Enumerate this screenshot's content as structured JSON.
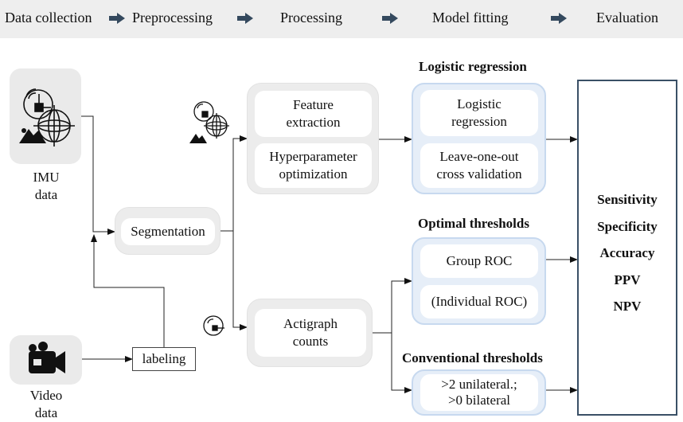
{
  "header": {
    "stages": [
      "Data collection",
      "Preprocessing",
      "Processing",
      "Model fitting",
      "Evaluation"
    ]
  },
  "inputs": {
    "imu_label": "IMU\ndata",
    "video_label": "Video\ndata"
  },
  "nodes": {
    "segmentation": "Segmentation",
    "labeling": "labeling",
    "feature_extraction": "Feature\nextraction",
    "hyperparameter_optimization": "Hyperparameter\noptimization",
    "actigraph_counts": "Actigraph\ncounts"
  },
  "logistic_regression": {
    "title": "Logistic regression",
    "items": [
      "Logistic\nregression",
      "Leave-one-out\ncross validation"
    ]
  },
  "optimal_thresholds": {
    "title": "Optimal thresholds",
    "items": [
      "Group ROC",
      "(Individual ROC)"
    ]
  },
  "conventional_thresholds": {
    "title": "Conventional thresholds",
    "items": [
      ">2 unilateral.;\n>0 bilateral"
    ]
  },
  "evaluation": {
    "metrics": [
      "Sensitivity",
      "Specificity",
      "Accuracy",
      "PPV",
      "NPV"
    ]
  },
  "icons": [
    "imu-sensor-icon",
    "mountain-icon",
    "gyroscope-icon",
    "video-camera-icon"
  ],
  "colors": {
    "header_bg": "#eeeeee",
    "grey_box": "#ececec",
    "blue_box": "#e6eef8",
    "blue_border": "#c7d9ef",
    "eval_border": "#3a5066",
    "arrow_dark": "#34495e"
  }
}
